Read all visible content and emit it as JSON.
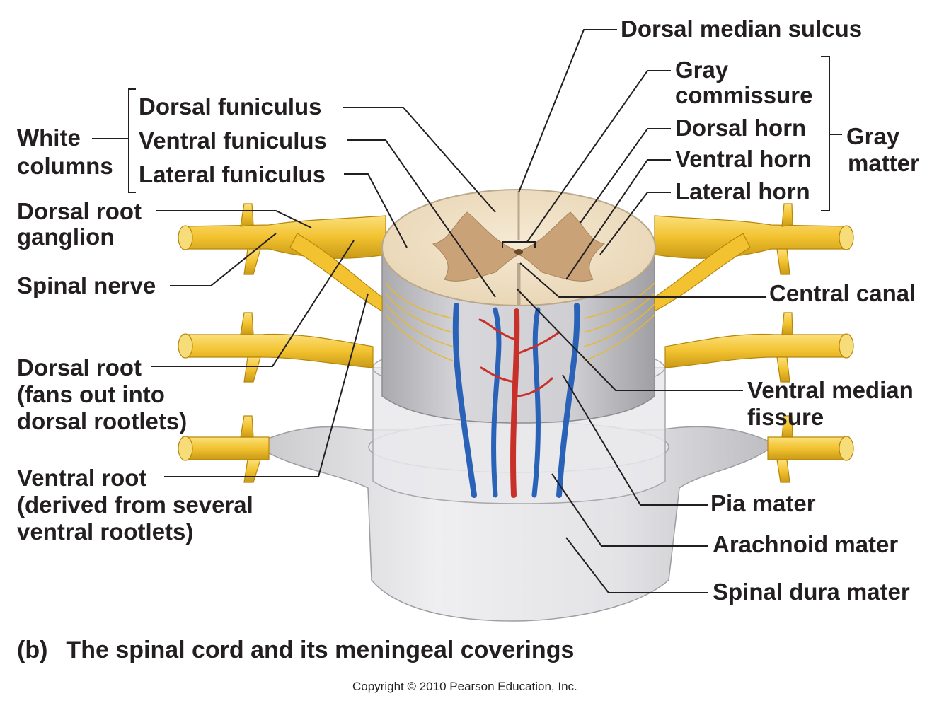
{
  "labels": {
    "dorsal_median_sulcus": "Dorsal median sulcus",
    "gray_commissure": [
      "Gray",
      "commissure"
    ],
    "dorsal_horn": "Dorsal horn",
    "ventral_horn": "Ventral horn",
    "lateral_horn": "Lateral horn",
    "gray_matter": [
      "Gray",
      "matter"
    ],
    "white_columns": [
      "White",
      "columns"
    ],
    "dorsal_funiculus": "Dorsal funiculus",
    "ventral_funiculus": "Ventral funiculus",
    "lateral_funiculus": "Lateral funiculus",
    "dorsal_root_ganglion": [
      "Dorsal root",
      "ganglion"
    ],
    "spinal_nerve": "Spinal nerve",
    "central_canal": "Central canal",
    "dorsal_root": [
      "Dorsal root",
      "(fans out into",
      "dorsal rootlets)"
    ],
    "ventral_median_fissure": [
      "Ventral median",
      "fissure"
    ],
    "ventral_root": [
      "Ventral root",
      "(derived from several",
      "ventral rootlets)"
    ],
    "pia_mater": "Pia mater",
    "arachnoid_mater": "Arachnoid mater",
    "spinal_dura_mater": "Spinal dura mater"
  },
  "caption": {
    "part": "(b)",
    "title": "The spinal cord and its meningeal coverings"
  },
  "copyright": "Copyright © 2010 Pearson Education, Inc.",
  "colors": {
    "nerve": "#f2c230",
    "white_matter": "#f1e2c8",
    "gray_matter": "#c9a377",
    "meninges": "#d9d9dc",
    "artery": "#c8312a",
    "vein": "#2a62b8",
    "leader_line": "#231f20"
  }
}
